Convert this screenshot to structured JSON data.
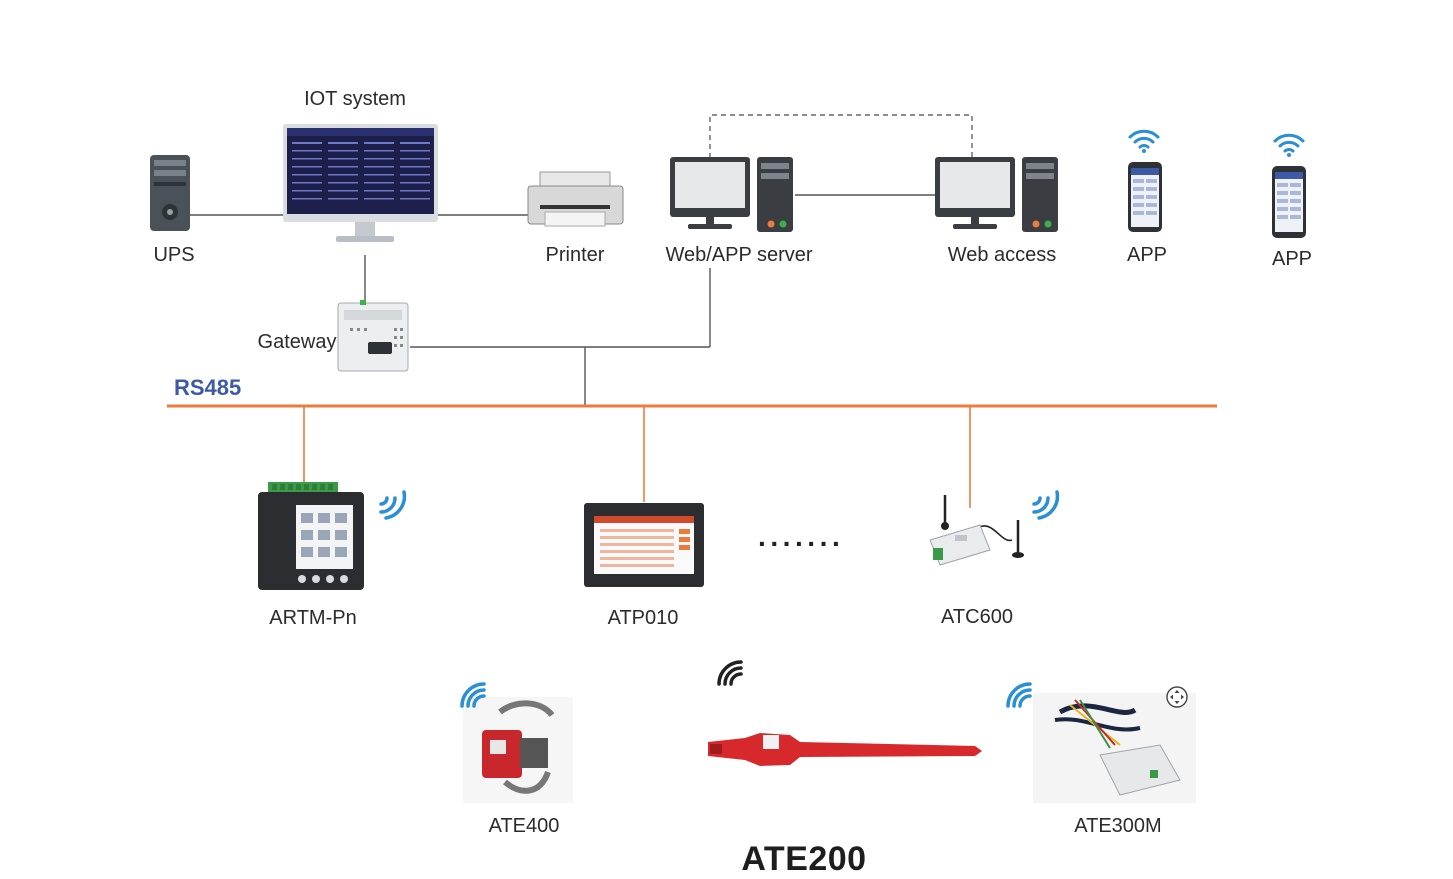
{
  "colors": {
    "bus": "#ea7d3c",
    "wire": "#555555",
    "wireless": "#2b8fd6",
    "rs485_text": "#3d5aa8"
  },
  "labels": {
    "iot_system": "IOT system",
    "ups": "UPS",
    "printer": "Printer",
    "web_app_server": "Web/APP server",
    "web_access": "Web access",
    "app_1": "APP",
    "app_2": "APP",
    "gateway": "Gateway",
    "rs485": "RS485",
    "artm": "ARTM-Pn",
    "atp010": "ATP010",
    "atc600": "ATC600",
    "ate400": "ATE400",
    "ate300m": "ATE300M",
    "ate200": "ATE200",
    "ellipsis": "·······"
  },
  "icons": {
    "ups": "server-tower-icon",
    "iot_monitor": "monitor-icon",
    "printer": "printer-icon",
    "server": "desktop-computer-icon",
    "phone": "smartphone-icon",
    "wifi": "wifi-icon",
    "wireless": "wireless-signal-icon",
    "gateway": "din-rail-gateway-icon",
    "meter": "meter-display-icon",
    "touch_panel": "touch-panel-icon",
    "collector": "antenna-collector-icon",
    "sensor_clamp": "clamp-sensor-icon",
    "sensor_probe": "probe-sensor-icon",
    "sensor_cable": "cable-sensor-icon",
    "move": "move-icon"
  }
}
